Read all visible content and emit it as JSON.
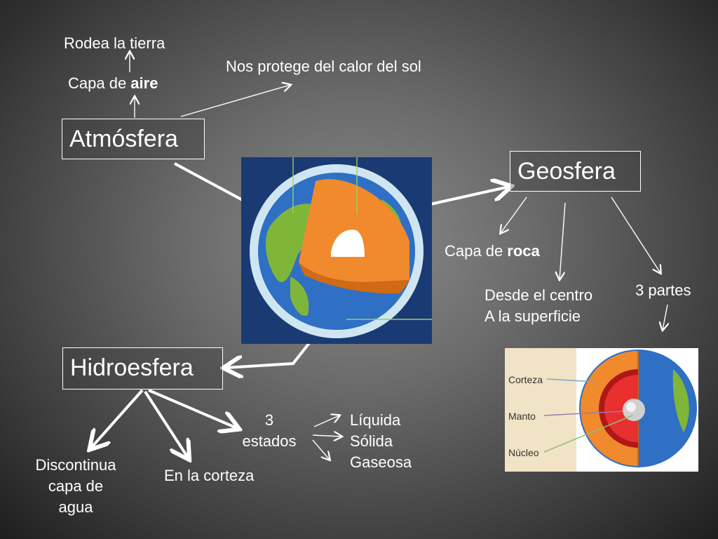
{
  "atmosfera": {
    "title": "Atmósfera",
    "rodea": "Rodea la tierra",
    "capa_prefix": "Capa de ",
    "capa_bold": "aire",
    "protege": "Nos protege del calor del sol"
  },
  "geosfera": {
    "title": "Geosfera",
    "capa_prefix": "Capa de ",
    "capa_bold": "roca",
    "desde_line1": "Desde el centro",
    "desde_line2": "A la superficie",
    "partes": "3 partes",
    "layers": [
      "Corteza",
      "Manto",
      "Núcleo"
    ]
  },
  "hidroesfera": {
    "title": "Hidroesfera",
    "discontinua_line1": "Discontinua",
    "discontinua_line2": "capa de",
    "discontinua_line3": "agua",
    "corteza": "En la corteza",
    "estados_line1": "3",
    "estados_line2": "estados",
    "liquida": "Líquida",
    "solida": "Sólida",
    "gaseosa": "Gaseosa"
  },
  "colors": {
    "ocean": "#2f6fc4",
    "land": "#7fb63a",
    "crust": "#f08a2c",
    "mantle": "#e03030",
    "core": "#bdbdbd"
  }
}
